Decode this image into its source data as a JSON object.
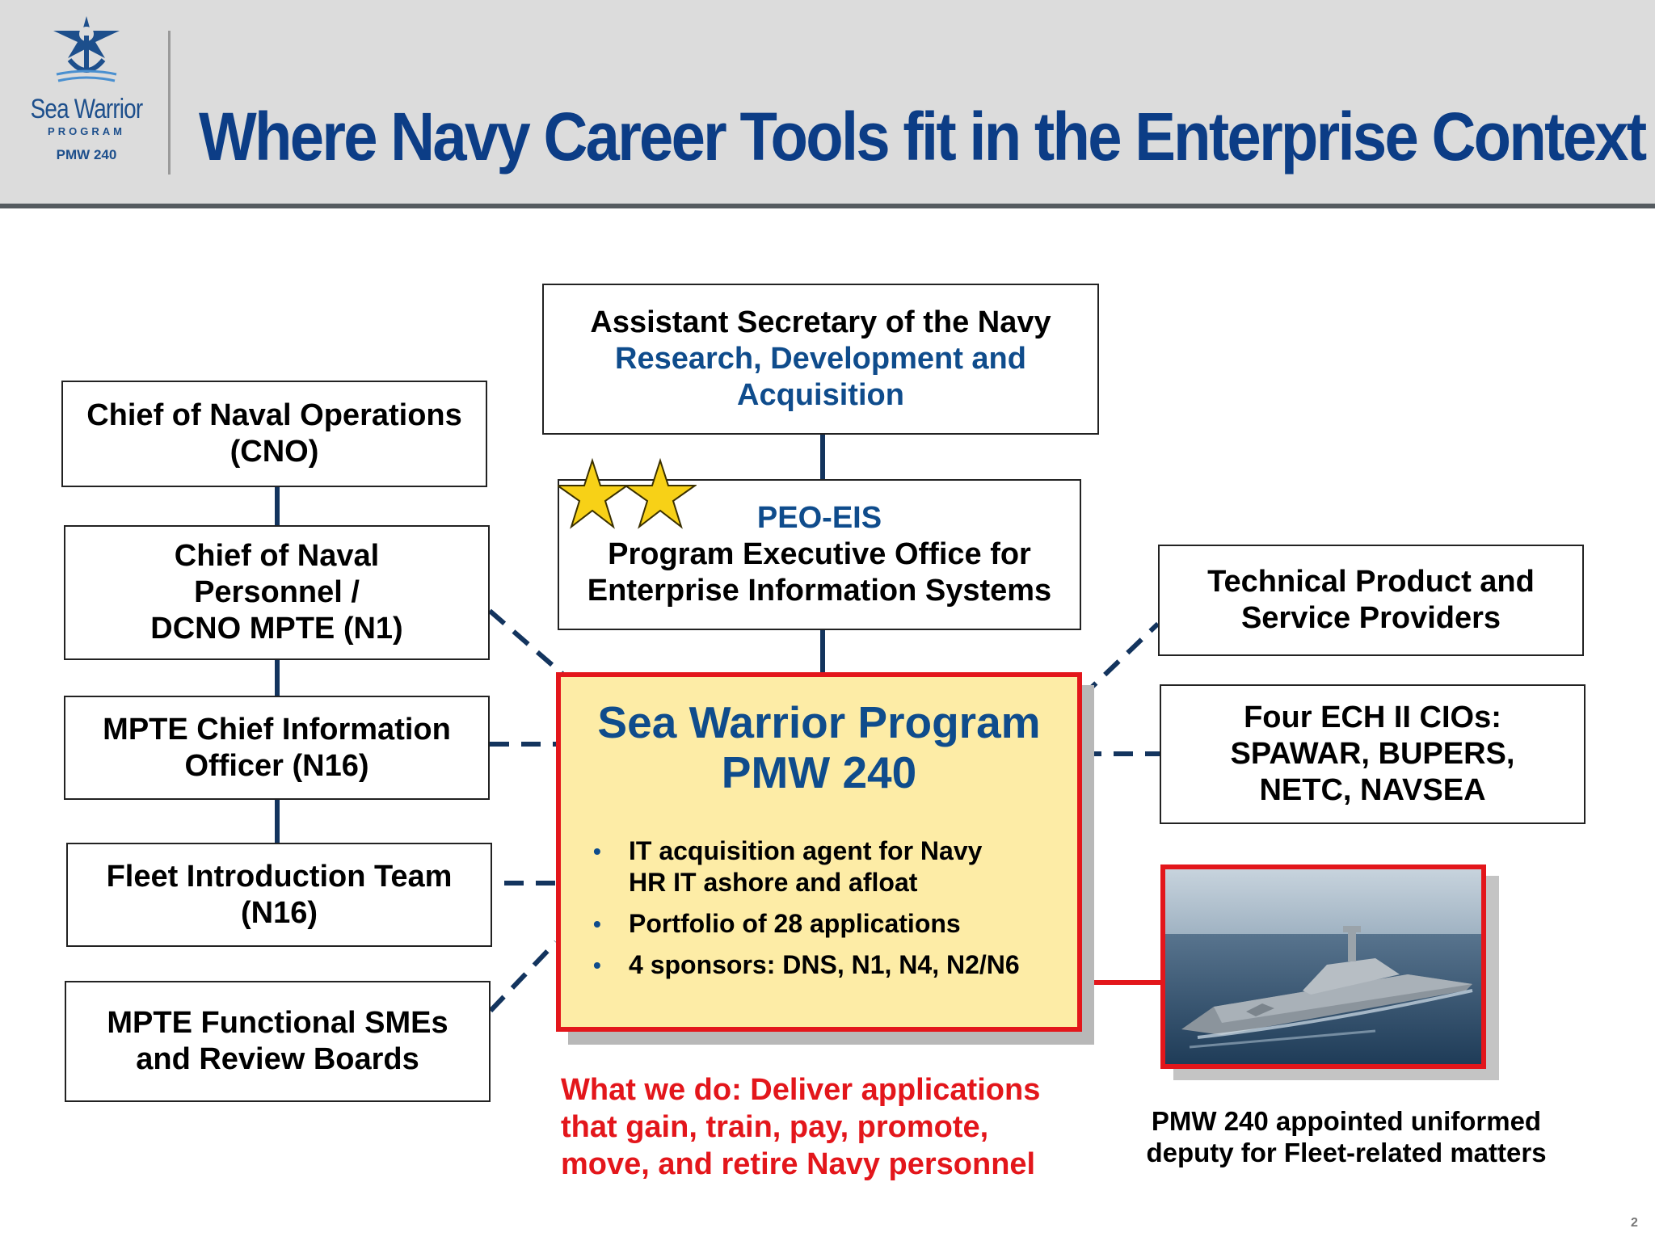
{
  "header": {
    "title": "Where Navy Career Tools fit in the Enterprise Context",
    "logo": {
      "name": "Sea Warrior",
      "program": "PROGRAM",
      "pmw": "PMW 240"
    }
  },
  "boxes": {
    "asn": {
      "line1": "Assistant Secretary of the Navy",
      "line2": "Research, Development and",
      "line3": "Acquisition"
    },
    "peo": {
      "line1": "PEO-EIS",
      "line2": "Program Executive Office for",
      "line3": "Enterprise Information Systems"
    },
    "cno": {
      "line1": "Chief of Naval Operations",
      "line2": "(CNO)"
    },
    "cnp": {
      "line1": "Chief of Naval",
      "line2": "Personnel /",
      "line3": "DCNO MPTE (N1)"
    },
    "cio": {
      "line1": "MPTE Chief Information",
      "line2": "Officer (N16)"
    },
    "fit": {
      "line1": "Fleet Introduction Team",
      "line2": "(N16)"
    },
    "sme": {
      "line1": "MPTE Functional SMEs",
      "line2": "and Review Boards"
    },
    "tps": {
      "line1": "Technical Product and",
      "line2": "Service Providers"
    },
    "ech": {
      "line1": "Four ECH II CIOs:",
      "line2": "SPAWAR, BUPERS,",
      "line3": "NETC, NAVSEA"
    }
  },
  "sea_warrior": {
    "title1": "Sea Warrior Program",
    "title2": "PMW 240",
    "bullets": [
      {
        "line1": "IT acquisition agent for Navy",
        "line2": "HR IT ashore and afloat"
      },
      {
        "line1": "Portfolio of 28 applications"
      },
      {
        "line1": "4 sponsors:  DNS, N1, N4, N2/N6"
      }
    ]
  },
  "what_we_do": {
    "line1": "What we do:  Deliver applications",
    "line2": "that gain, train, pay, promote,",
    "line3": "move, and retire Navy personnel"
  },
  "deputy": {
    "line1": "PMW 240 appointed uniformed",
    "line2": "deputy for Fleet-related matters"
  },
  "page_number": "2",
  "colors": {
    "title_blue": "#0c3d86",
    "accent_red": "#e3161b",
    "box_fill": "#fdeca6",
    "connector": "#13345e",
    "star": "#f7d117"
  },
  "icons": {
    "stars": "two-gold-stars-icon",
    "ship": "littoral-combat-ship-photo"
  }
}
